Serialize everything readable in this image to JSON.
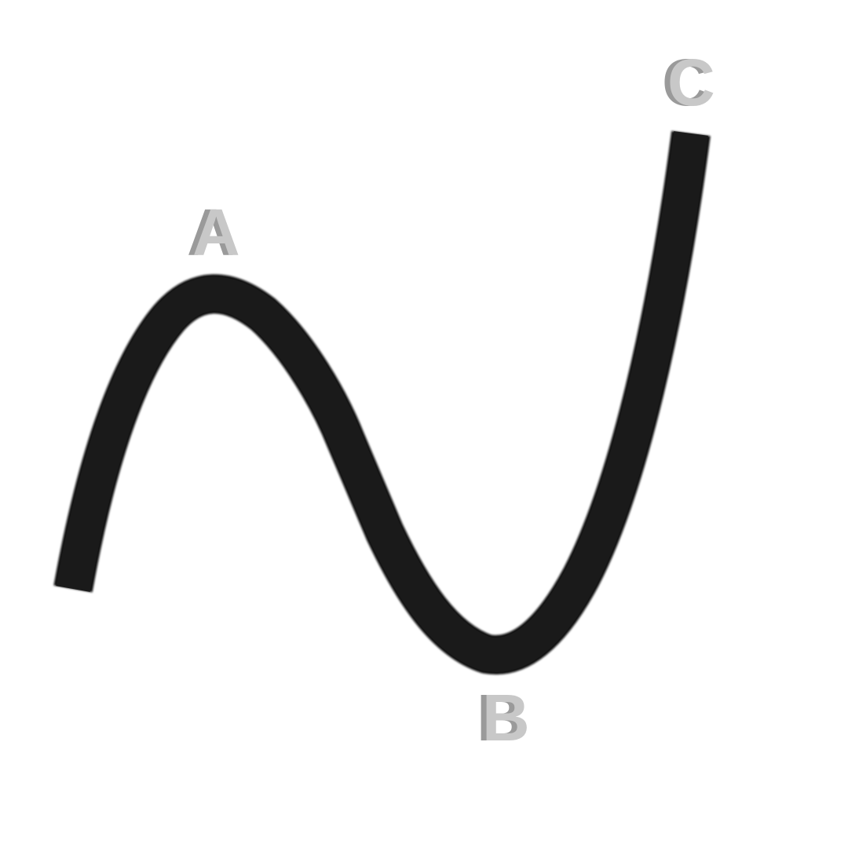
{
  "diagram": {
    "points": [
      {
        "id": "A",
        "label": "A"
      },
      {
        "id": "B",
        "label": "B"
      },
      {
        "id": "C",
        "label": "C"
      }
    ],
    "curve_color": "#1a1a1a",
    "label_color": "#c8c8c8",
    "background": "#ffffff"
  }
}
